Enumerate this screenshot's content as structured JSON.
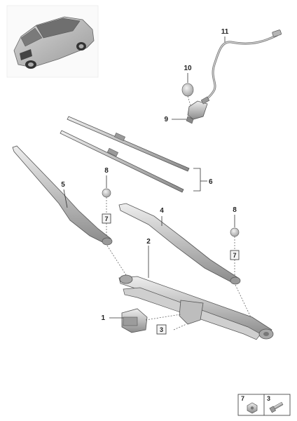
{
  "callouts": {
    "c1": "1",
    "c2": "2",
    "c3": "3",
    "c4": "4",
    "c5": "5",
    "c6": "6",
    "c7a": "7",
    "c7b": "7",
    "c8a": "8",
    "c8b": "8",
    "c9": "9",
    "c10": "10",
    "c11": "11"
  },
  "legend": {
    "item_nut": "7",
    "item_bolt": "3"
  },
  "colors": {
    "part_fill": "#c9c9c9",
    "part_dark": "#8e8e8e",
    "part_light": "#e6e6e6",
    "line": "#333333"
  }
}
